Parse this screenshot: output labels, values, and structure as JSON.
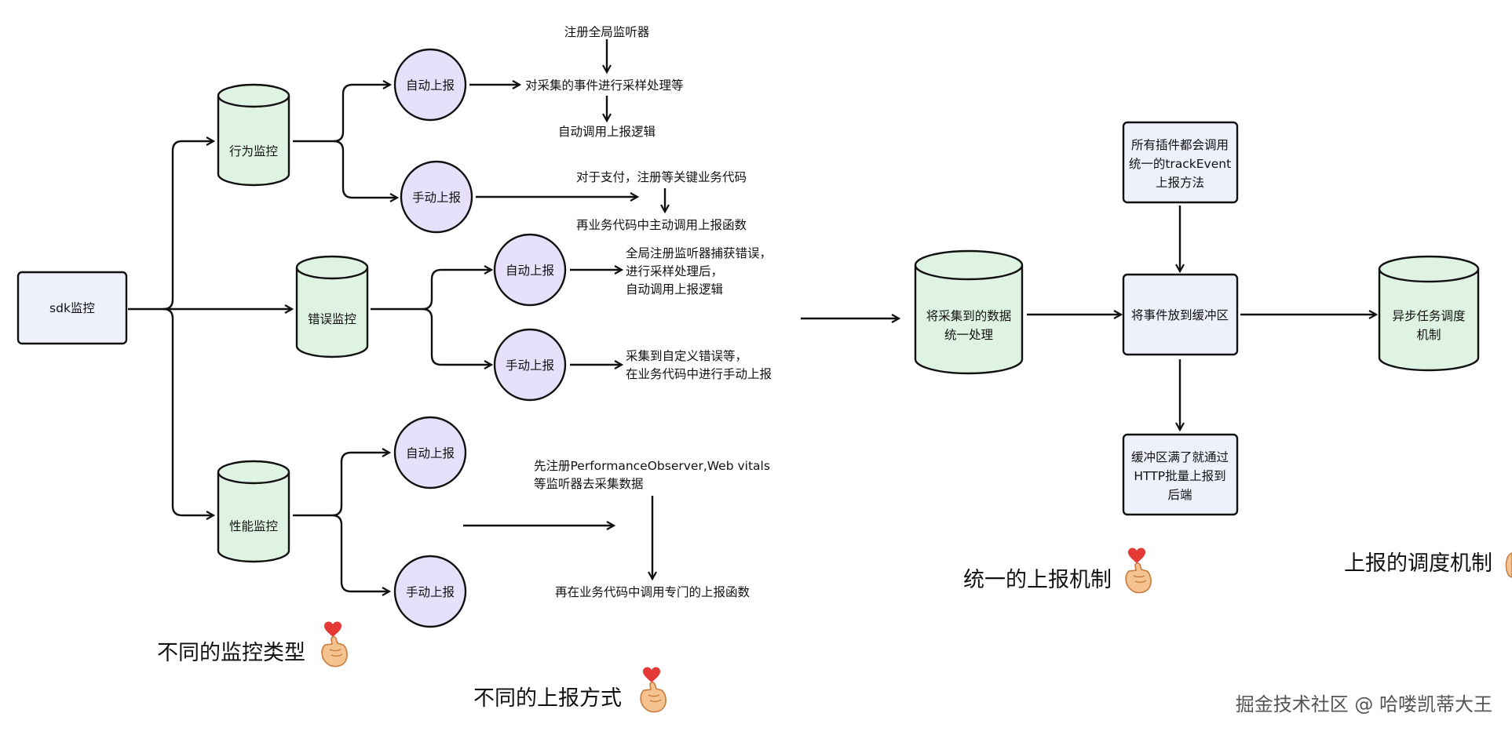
{
  "colors": {
    "box_fill": "#eef1fb",
    "cylinder_fill": "#dff3e2",
    "circle_fill": "#e6e0fa",
    "stroke": "#111111",
    "heart": "#e53935",
    "hand": "#f5c38f"
  },
  "nodes": {
    "sdk": "sdk监控",
    "behavior": "行为监控",
    "error": "错误监控",
    "performance": "性能监控",
    "behavior_auto": "自动上报",
    "behavior_manual": "手动上报",
    "error_auto": "自动上报",
    "error_manual": "手动上报",
    "perf_auto": "自动上报",
    "perf_manual": "手动上报",
    "unified_process": [
      "将采集到的数据",
      "统一处理"
    ],
    "plugins_track": [
      "所有插件都会调用",
      "统一的trackEvent",
      "上报方法"
    ],
    "buffer": "将事件放到缓冲区",
    "buffer_full": [
      "缓冲区满了就通过",
      "HTTP批量上报到",
      "后端"
    ],
    "async_scheduler": [
      "异步任务调度",
      "机制"
    ]
  },
  "notes": {
    "behavior_auto_register": "注册全局监听器",
    "behavior_auto_sample": "对采集的事件进行采样处理等",
    "behavior_auto_call": "自动调用上报逻辑",
    "behavior_manual_desc": "对于支付，注册等关键业务代码",
    "behavior_manual_call": "再业务代码中主动调用上报函数",
    "error_auto_desc": [
      "全局注册监听器捕获错误，",
      "进行采样处理后，",
      "自动调用上报逻辑"
    ],
    "error_manual_desc": [
      "采集到自定义错误等，",
      "在业务代码中进行手动上报"
    ],
    "perf_desc": [
      "先注册PerformanceObserver,Web vitals",
      "等监听器去采集数据"
    ],
    "perf_call": "再在业务代码中调用专门的上报函数"
  },
  "captions": {
    "monitor_types": "不同的监控类型",
    "report_methods": "不同的上报方式",
    "unified_report": "统一的上报机制",
    "report_scheduling": "上报的调度机制"
  },
  "icons": {
    "finger_heart": "finger-heart-icon"
  },
  "watermark": "掘金技术社区 @ 哈喽凯蒂大王"
}
